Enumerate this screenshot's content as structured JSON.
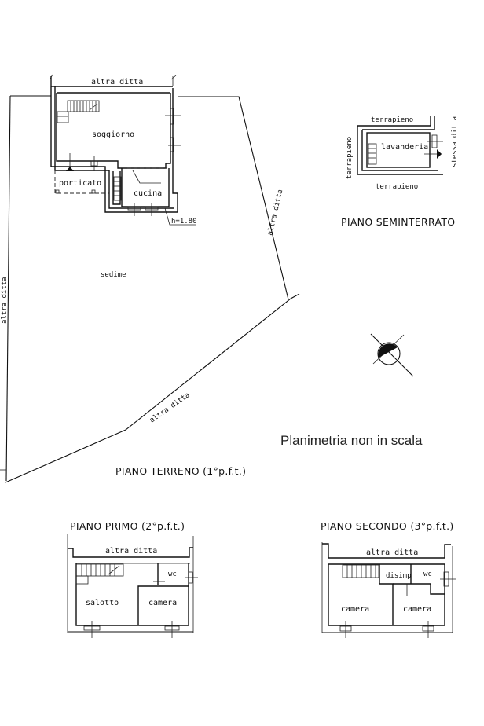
{
  "ground_floor": {
    "title": "PIANO TERRENO (1°p.f.t.)",
    "rooms": {
      "living": "soggiorno",
      "porch": "porticato",
      "kitchen": "cucina"
    },
    "lot_label": "sedime",
    "height_note": "h=1.80",
    "boundaries": {
      "top": "altra ditta",
      "right": "altra ditta",
      "left": "altra ditta",
      "bottom": "altra ditta"
    }
  },
  "basement": {
    "title": "PIANO SEMINTERRATO",
    "rooms": {
      "laundry": "lavanderia"
    },
    "surroundings": {
      "top": "terrapieno",
      "left": "terrapieno",
      "bottom": "terrapieno",
      "right": "stessa ditta"
    }
  },
  "first_floor": {
    "title": "PIANO PRIMO (2°p.f.t.)",
    "boundary_top": "altra ditta",
    "rooms": {
      "lounge": "salotto",
      "bedroom": "camera",
      "wc": "wc"
    }
  },
  "second_floor": {
    "title": "PIANO SECONDO (3°p.f.t.)",
    "boundary_top": "altra ditta",
    "rooms": {
      "bedroom_left": "camera",
      "bedroom_right": "camera",
      "hall": "disimp",
      "wc": "wc"
    }
  },
  "note": "Planimetria non in scala",
  "compass": {
    "icon": "north-arrow-icon"
  }
}
